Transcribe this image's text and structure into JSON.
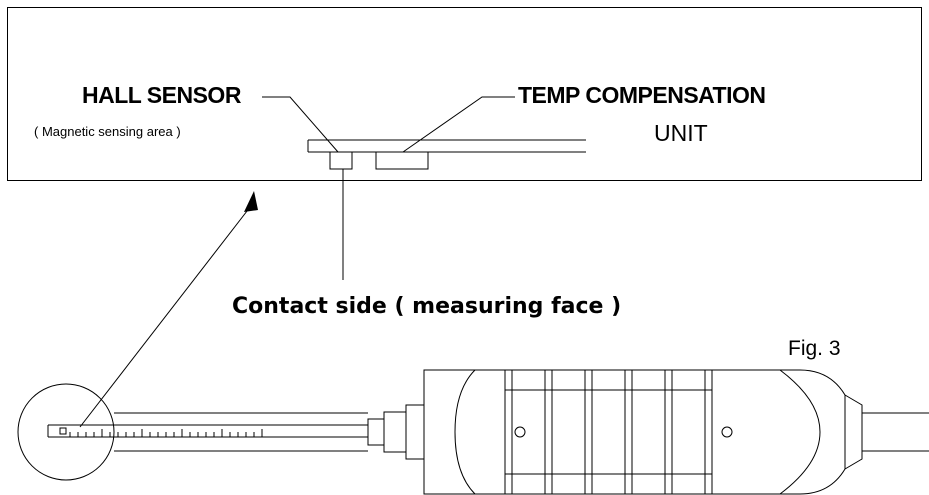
{
  "labels": {
    "hall_sensor": "HALL SENSOR",
    "hall_sensor_sub": "( Magnetic sensing area )",
    "temp_comp": "TEMP COMPENSATION",
    "temp_comp_sub": "UNIT",
    "contact_side": "Contact side ( measuring face )",
    "figure": "Fig. 3"
  },
  "colors": {
    "line": "#000000",
    "background": "#ffffff"
  }
}
